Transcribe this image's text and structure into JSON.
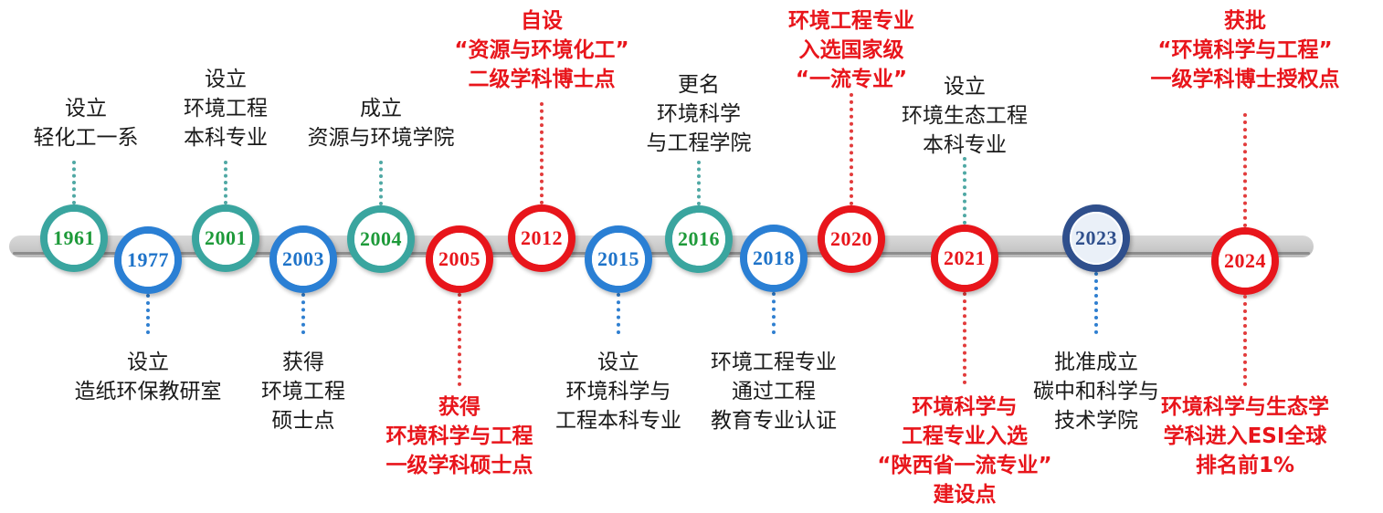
{
  "colors": {
    "teal": "#3aa59f",
    "blue": "#2a7fd4",
    "red": "#e8151b",
    "navy": "#2f4f8c",
    "teal_year_text": "#1e9a3a",
    "track": "#c9c9c9"
  },
  "milestones": [
    {
      "year": "1961",
      "color": "teal",
      "label_pos": "above",
      "label_style": "normal",
      "label_lines": [
        "设立",
        "轻化工一系"
      ]
    },
    {
      "year": "1977",
      "color": "blue",
      "label_pos": "below",
      "label_style": "normal",
      "label_lines": [
        "设立",
        "造纸环保教研室"
      ]
    },
    {
      "year": "2001",
      "color": "teal",
      "label_pos": "above",
      "label_style": "normal",
      "label_lines": [
        "设立",
        "环境工程",
        "本科专业"
      ]
    },
    {
      "year": "2003",
      "color": "blue",
      "label_pos": "below",
      "label_style": "normal",
      "label_lines": [
        "获得",
        "环境工程",
        "硕士点"
      ]
    },
    {
      "year": "2004",
      "color": "teal",
      "label_pos": "above",
      "label_style": "normal",
      "label_lines": [
        "成立",
        "资源与环境学院"
      ]
    },
    {
      "year": "2005",
      "color": "red",
      "label_pos": "below",
      "label_style": "emphasis",
      "label_lines": [
        "获得",
        "环境科学与工程",
        "一级学科硕士点"
      ]
    },
    {
      "year": "2012",
      "color": "red",
      "label_pos": "above",
      "label_style": "emphasis",
      "label_lines": [
        "自设",
        "“资源与环境化工”",
        "二级学科博士点"
      ]
    },
    {
      "year": "2015",
      "color": "blue",
      "label_pos": "below",
      "label_style": "normal",
      "label_lines": [
        "设立",
        "环境科学与",
        "工程本科专业"
      ]
    },
    {
      "year": "2016",
      "color": "teal",
      "label_pos": "above",
      "label_style": "normal",
      "label_lines": [
        "更名",
        "环境科学",
        "与工程学院"
      ]
    },
    {
      "year": "2018",
      "color": "blue",
      "label_pos": "below",
      "label_style": "normal",
      "label_lines": [
        "环境工程专业",
        "通过工程",
        "教育专业认证"
      ]
    },
    {
      "year": "2020",
      "color": "red",
      "label_pos": "above",
      "label_style": "emphasis",
      "label_lines": [
        "环境工程专业",
        "入选国家级",
        "“一流专业”"
      ]
    },
    {
      "year": "2021",
      "color": "red",
      "label_pos": "below",
      "label_style": "emphasis",
      "label_lines": [
        "环境科学与",
        "工程专业入选",
        "“陕西省一流专业”",
        "建设点"
      ]
    },
    {
      "year": "2021",
      "color": "teal",
      "label_pos": "above",
      "label_style": "normal",
      "label_lines": [
        "设立",
        "环境生态工程",
        "本科专业"
      ]
    },
    {
      "year": "2023",
      "color": "navy",
      "label_pos": "below",
      "label_style": "normal",
      "label_lines": [
        "批准成立",
        "碳中和科学与",
        "技术学院"
      ]
    },
    {
      "year": "2024",
      "color": "red",
      "label_pos": "above",
      "label_style": "emphasis",
      "label_lines": [
        "获批",
        "“环境科学与工程”",
        "一级学科博士授权点"
      ]
    },
    {
      "year": "2024",
      "color": "red",
      "label_pos": "below",
      "label_style": "emphasis",
      "label_lines": [
        "环境科学与生态学",
        "学科进入ESI全球",
        "排名前1%"
      ]
    }
  ]
}
